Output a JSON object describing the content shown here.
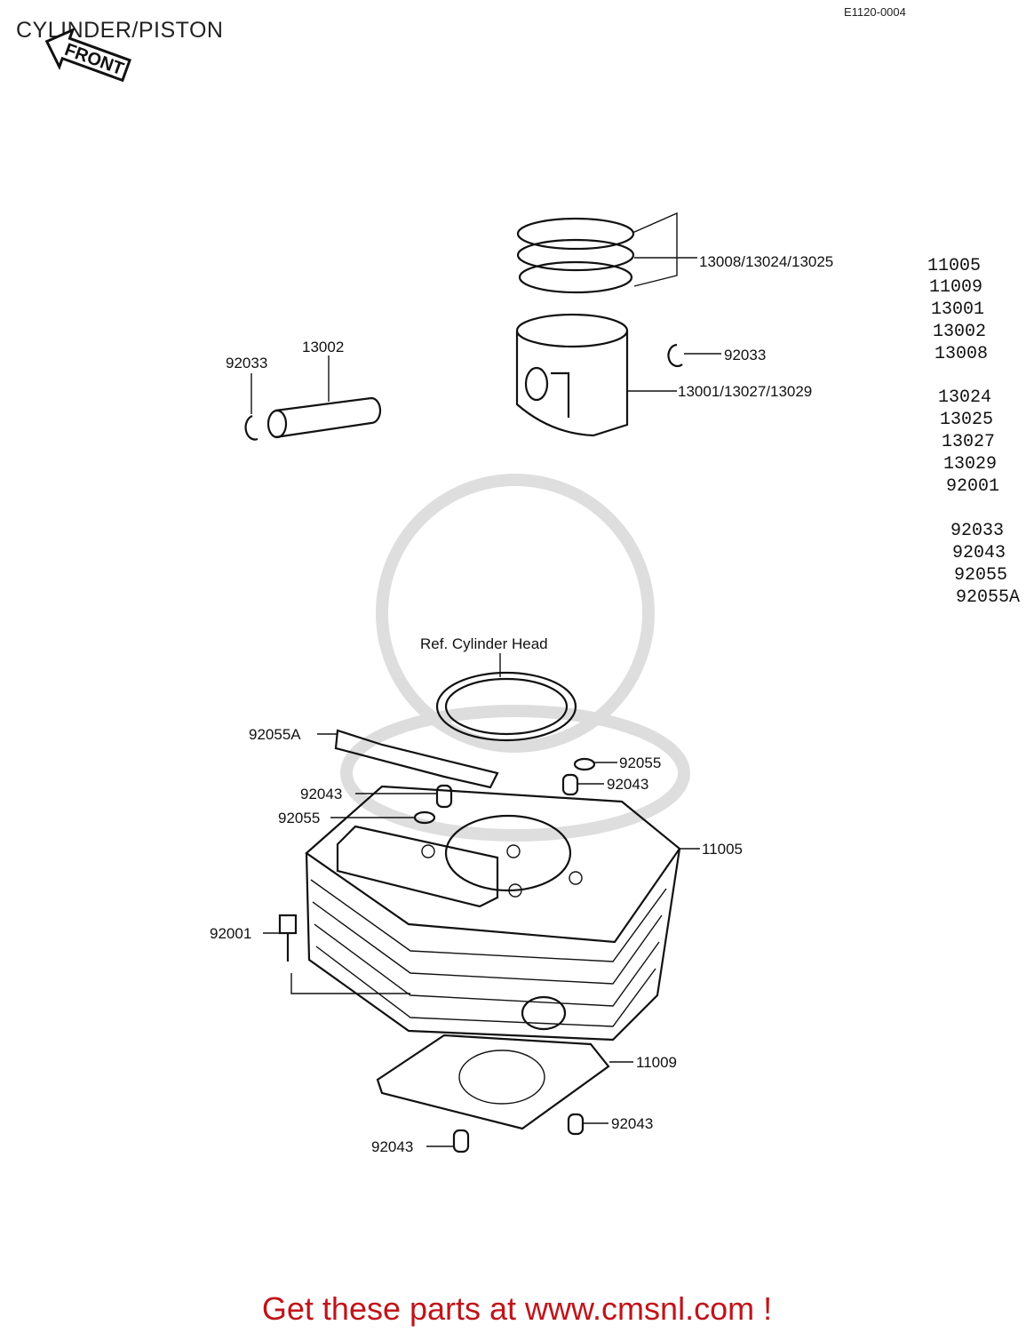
{
  "title": "CYLINDER/PISTON",
  "diagram_code": "E1120-0004",
  "front_marker": "FRONT",
  "ref_note": "Ref. Cylinder Head",
  "callouts": {
    "rings": "13008/13024/13025",
    "circlip_right": "92033",
    "piston": "13001/13027/13029",
    "circlip_left": "92033",
    "pin": "13002",
    "gasket_small": "92055A",
    "washer_right": "92055",
    "dowel_right_top": "92043",
    "dowel_left_top": "92043",
    "washer_left": "92055",
    "cylinder": "11005",
    "bolt": "92001",
    "base_gasket": "11009",
    "dowel_bottom_right": "92043",
    "dowel_bottom_left": "92043"
  },
  "part_list": [
    "11005",
    "11009",
    "13001",
    "13002",
    "13008",
    "13024",
    "13025",
    "13027",
    "13029",
    "92001",
    "92033",
    "92043",
    "92055",
    "92055A"
  ],
  "footer": "Get these parts at www.cmsnl.com !"
}
